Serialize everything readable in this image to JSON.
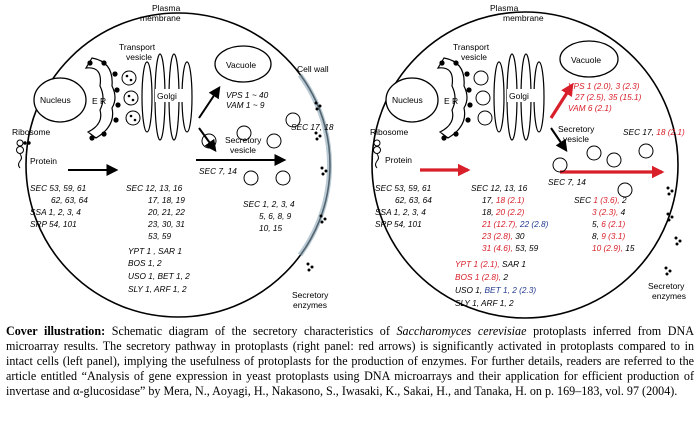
{
  "labels": {
    "plasma": [
      "Plasma",
      "membrane"
    ],
    "transport": [
      "Transport",
      "vesicle"
    ],
    "nucleus": "Nucleus",
    "er": "E R",
    "golgi": "Golgi",
    "vacuole": "Vacuole",
    "cell_wall": "Cell wall",
    "ribosome": "Ribosome",
    "protein": "Protein",
    "secretory": [
      "Secretory",
      "vesicle"
    ],
    "secretory_enzymes": [
      "Secretory",
      "enzymes"
    ]
  },
  "left_genes": {
    "vps": "VPS 1 ~ 40",
    "vam": "VAM 1 ~ 9",
    "sec1718": "SEC 17, 18",
    "sec714": "SEC 7, 14",
    "sec_er": [
      "SEC 53, 59, 61",
      "62, 63, 64",
      "SSA 1, 2, 3, 4",
      "SRP 54, 101"
    ],
    "sec_golgi": [
      "SEC 12, 13, 16",
      "17, 18, 19",
      "20, 21, 22",
      "23, 30, 31",
      "53, 59"
    ],
    "others": [
      "YPT 1 , SAR 1",
      "BOS 1, 2",
      "USO 1, BET 1, 2",
      "SLY 1, ARF 1, 2"
    ],
    "sec_late": [
      "SEC 1, 2, 3, 4",
      "5, 6, 8, 9",
      "10, 15"
    ]
  },
  "right_genes": {
    "vps_lines": [
      [
        {
          "t": "VPS ",
          "c": "red"
        },
        {
          "t": "1 (2.0), ",
          "c": "red"
        },
        {
          "t": "3 (2.3)",
          "c": "red"
        }
      ],
      [
        {
          "t": "27 (2.5), 35 (15.1)",
          "c": "red"
        }
      ],
      [
        {
          "t": "VAM 6 (2.1)",
          "c": "red"
        }
      ]
    ],
    "sec1718": [
      {
        "t": "SEC 17, ",
        "c": "k"
      },
      {
        "t": "18 (2.1)",
        "c": "red"
      }
    ],
    "sec714": "SEC 7, 14",
    "sec_er": [
      "SEC 53, 59, 61",
      "62, 63, 64",
      "SSA 1, 2, 3, 4",
      "SRP 54, 101"
    ],
    "sec_golgi_lines": [
      [
        {
          "t": "SEC 12, 13, 16",
          "c": "k"
        }
      ],
      [
        {
          "t": "17, ",
          "c": "k"
        },
        {
          "t": "18 (2.1)",
          "c": "red"
        }
      ],
      [
        {
          "t": "18, ",
          "c": "k"
        },
        {
          "t": "20 (2.2)",
          "c": "red"
        }
      ],
      [
        {
          "t": "21 (12.7), ",
          "c": "red"
        },
        {
          "t": "22 (2.8)",
          "c": "blue"
        }
      ],
      [
        {
          "t": "23 (2.8), ",
          "c": "red"
        },
        {
          "t": "30",
          "c": "k"
        }
      ],
      [
        {
          "t": "31 (4.6), ",
          "c": "red"
        },
        {
          "t": "53, 59",
          "c": "k"
        }
      ]
    ],
    "others_lines": [
      [
        {
          "t": "YPT 1 (2.1), ",
          "c": "red"
        },
        {
          "t": "SAR 1",
          "c": "k"
        }
      ],
      [
        {
          "t": "BOS 1 (2.8), ",
          "c": "red"
        },
        {
          "t": "2",
          "c": "k"
        }
      ],
      [
        {
          "t": "USO 1, ",
          "c": "k"
        },
        {
          "t": "BET 1",
          "c": "blue"
        },
        {
          "t": ", 2 (2.3)",
          "c": "blue"
        }
      ],
      [
        {
          "t": "SLY 1, ARF 1, 2",
          "c": "k"
        }
      ]
    ],
    "sec_late_lines": [
      [
        {
          "t": "SEC ",
          "c": "k"
        },
        {
          "t": "1 (3.6), ",
          "c": "red"
        },
        {
          "t": "2",
          "c": "k"
        }
      ],
      [
        {
          "t": "3 (2.3), ",
          "c": "red"
        },
        {
          "t": "4",
          "c": "k"
        }
      ],
      [
        {
          "t": "5, ",
          "c": "k"
        },
        {
          "t": "6 (2.1)",
          "c": "red"
        }
      ],
      [
        {
          "t": "8, ",
          "c": "k"
        },
        {
          "t": "9 (3.1)",
          "c": "red"
        }
      ],
      [
        {
          "t": "10 (2.9), ",
          "c": "red"
        },
        {
          "t": "15",
          "c": "k"
        }
      ]
    ]
  },
  "caption": {
    "lead": "Cover illustration:",
    "p1": " Schematic diagram of the secretory characteristics of ",
    "species": "Saccharomyces cerevisiae",
    "p2": " protoplasts inferred from DNA microarray results. The secretory pathway in protoplasts (right panel: red arrows) is significantly activated in protoplasts compared to in intact cells (left panel), implying the usefulness of protoplasts for the production of enzymes. For further details, readers are referred to the article entitled “Analysis of gene expression in yeast protoplasts using DNA microarrays and their application for efficient production of invertase and ",
    "alpha": "α",
    "p3": "-glucosidase” by Mera, N., Aoyagi, H., Nakasono, S., Iwasaki, K., Sakai, H., and Tanaka, H. on p. 169–183, vol. 97 (2004)."
  },
  "colors": {
    "red": "#d81f2a",
    "blue": "#233a8f",
    "black": "#000000"
  }
}
